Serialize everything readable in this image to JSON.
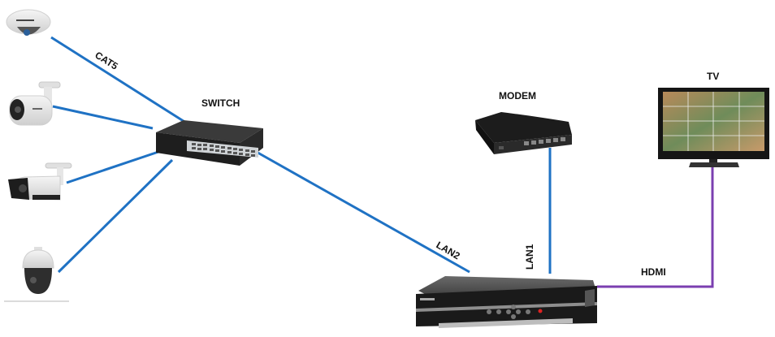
{
  "colors": {
    "ethernet": "#1f72c4",
    "hdmi": "#7b3fb0",
    "device_dark": "#2b2b2b",
    "device_mid": "#4a4a4a"
  },
  "devices": {
    "switch": {
      "label": "SWITCH"
    },
    "modem": {
      "label": "MODEM"
    },
    "tv": {
      "label": "TV"
    },
    "nvr": {
      "label": ""
    },
    "cameras": [
      {
        "type": "dome-camera"
      },
      {
        "type": "bullet-camera"
      },
      {
        "type": "bullet-camera"
      },
      {
        "type": "ptz-camera"
      }
    ]
  },
  "connections": {
    "cat5": {
      "label": "CAT5"
    },
    "lan2": {
      "label": "LAN2"
    },
    "lan1": {
      "label": "LAN1"
    },
    "hdmi": {
      "label": "HDMI"
    }
  }
}
